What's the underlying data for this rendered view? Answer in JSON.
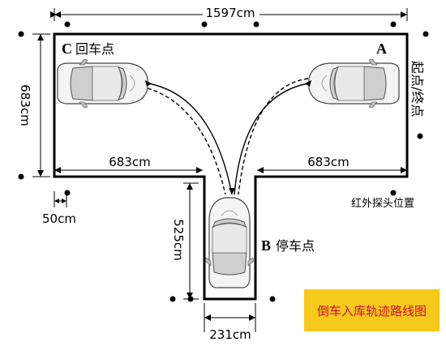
{
  "dimensions": {
    "width_total": "1597cm",
    "height_left": "683cm",
    "bottom_left": "683cm",
    "bottom_right": "683cm",
    "offset": "50cm",
    "bay_depth": "525cm",
    "bay_width": "231cm"
  },
  "labels": {
    "c_letter": "C",
    "c_text": "回车点",
    "a_letter": "A",
    "a_text": "起点/终点",
    "b_letter": "B",
    "b_text": "停车点",
    "sensor": "红外探头位置"
  },
  "title": "倒车入库轨迹路线图",
  "colors": {
    "title_bg": "#f7c91d",
    "title_text": "#c8102e"
  }
}
